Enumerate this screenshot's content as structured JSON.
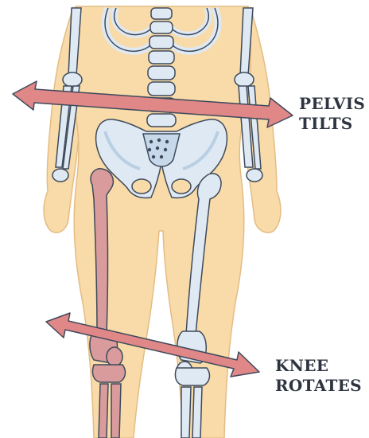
{
  "labels": {
    "pelvis": {
      "line1": "PELVIS",
      "line2": "TILTS"
    },
    "knee": {
      "line1": "KNEE",
      "line2": "ROTATES"
    }
  },
  "colors": {
    "skin": "#f8dba8",
    "skin_outline": "#e4bc85",
    "bone": "#dfe9f3",
    "bone_shadow": "#b9cfe4",
    "bone_outline": "#3e4a5c",
    "highlighted_bone": "#d99b9b",
    "highlighted_bone_dark": "#c98989",
    "arrow": "#e08787",
    "arrow_outline": "#3e4a5c",
    "label_text": "#2f3441"
  },
  "icons": [
    "skeleton-illustration",
    "double-headed-arrow"
  ]
}
